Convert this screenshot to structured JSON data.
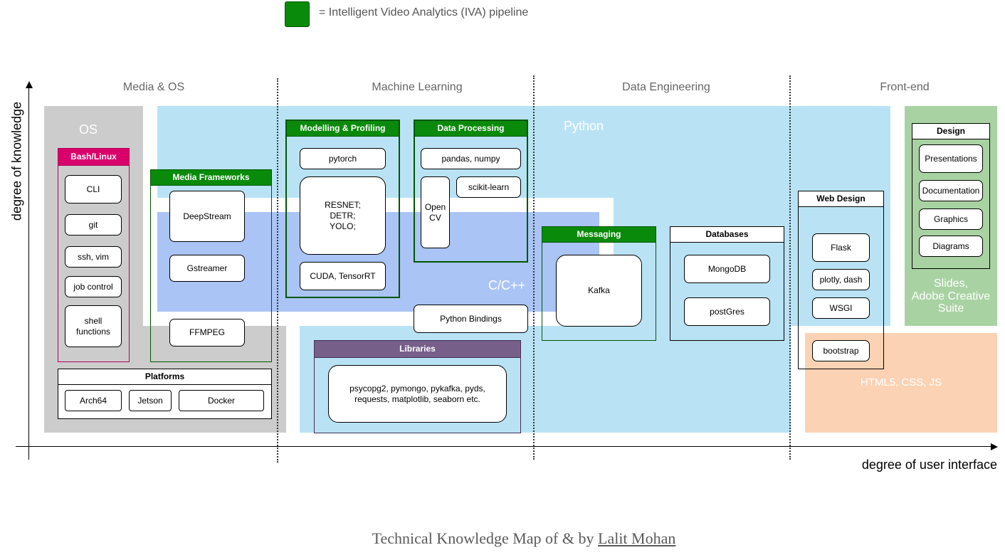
{
  "legend": {
    "swatch_color": "#0a8a0a",
    "text": "= Intelligent Video Analytics (IVA) pipeline"
  },
  "columns": [
    "Media & OS",
    "Machine Learning",
    "Data Engineering",
    "Front-end"
  ],
  "regions": {
    "os": {
      "label": "OS",
      "color": "#cccccc"
    },
    "python": {
      "label": "Python",
      "color": "#b9e3f5"
    },
    "cpp": {
      "label": "C/C++",
      "color": "#a9c4f5"
    },
    "slides": {
      "label": "Slides,\nAdobe Creative\nSuite",
      "color": "#a9d2a3"
    },
    "web": {
      "label": "HTML5, CSS, JS",
      "color": "#fbd3b4"
    }
  },
  "groups": {
    "bash": {
      "title": "Bash/Linux",
      "items": [
        "CLI",
        "git",
        "ssh, vim",
        "job control",
        "shell\nfunctions"
      ]
    },
    "platforms": {
      "title": "Platforms",
      "items": [
        "Arch64",
        "Jetson",
        "Docker"
      ]
    },
    "media": {
      "title": "Media Frameworks",
      "items": [
        "DeepStream",
        "Gstreamer",
        "FFMPEG"
      ]
    },
    "modelling": {
      "title": "Modelling & Profiling",
      "items": [
        "pytorch",
        "RESNET;\nDETR;\nYOLO;",
        "CUDA, TensorRT"
      ]
    },
    "dataproc": {
      "title": "Data Processing",
      "items": [
        "pandas, numpy",
        "Open\nCV",
        "scikit-learn"
      ]
    },
    "bindings": {
      "label": "Python Bindings"
    },
    "libraries": {
      "title": "Libraries",
      "items": [
        "psycopg2, pymongo, pykafka, pyds,\nrequests, matplotlib, seaborn etc."
      ]
    },
    "messaging": {
      "title": "Messaging",
      "items": [
        "Kafka"
      ]
    },
    "databases": {
      "title": "Databases",
      "items": [
        "MongoDB",
        "postGres"
      ]
    },
    "webdesign": {
      "title": "Web Design",
      "items": [
        "Flask",
        "plotly, dash",
        "WSGI",
        "bootstrap"
      ]
    },
    "design": {
      "title": "Design",
      "items": [
        "Presentations",
        "Documentation",
        "Graphics",
        "Diagrams"
      ]
    }
  },
  "axes": {
    "y_label": "degree of knowledge",
    "x_label": "degree of user interface"
  },
  "footer": {
    "prefix": "Technical Knowledge Map of & by ",
    "author": "Lalit Mohan"
  },
  "colors": {
    "iva_green": "#0a8a0a",
    "bash_magenta": "#d9006c",
    "libraries_purple": "#76608a",
    "dark_green_border": "#005700"
  }
}
